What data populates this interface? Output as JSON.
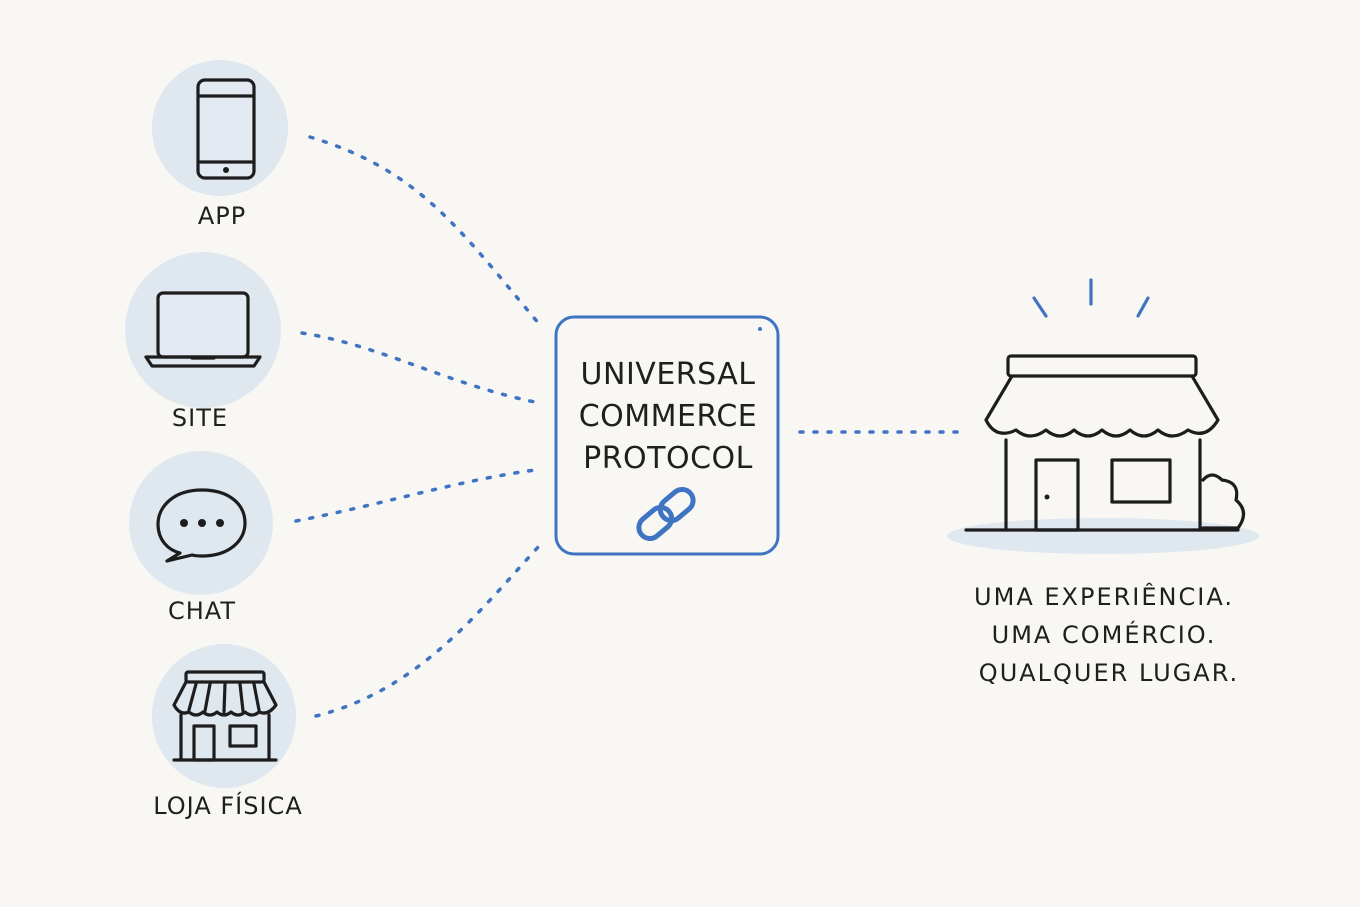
{
  "channels": [
    {
      "label": "APP",
      "icon": "smartphone-icon"
    },
    {
      "label": "SITE",
      "icon": "laptop-icon"
    },
    {
      "label": "CHAT",
      "icon": "chat-bubble-icon"
    },
    {
      "label": "LOJA FÍSICA",
      "icon": "storefront-icon"
    }
  ],
  "hub": {
    "lines": [
      "UNIVERSAL",
      "COMMERCE",
      "PROTOCOL"
    ],
    "icon": "chain-link-icon"
  },
  "destination": {
    "icon": "store-icon",
    "tagline": [
      "UMA EXPERIÊNCIA.",
      "UMA COMÉRCIO.",
      "QUALQUER LUGAR."
    ]
  },
  "colors": {
    "background": "#f8f7f3",
    "accent": "#3f74c2",
    "bubble": "#dfe7ef",
    "ink": "#1d1d1d"
  }
}
